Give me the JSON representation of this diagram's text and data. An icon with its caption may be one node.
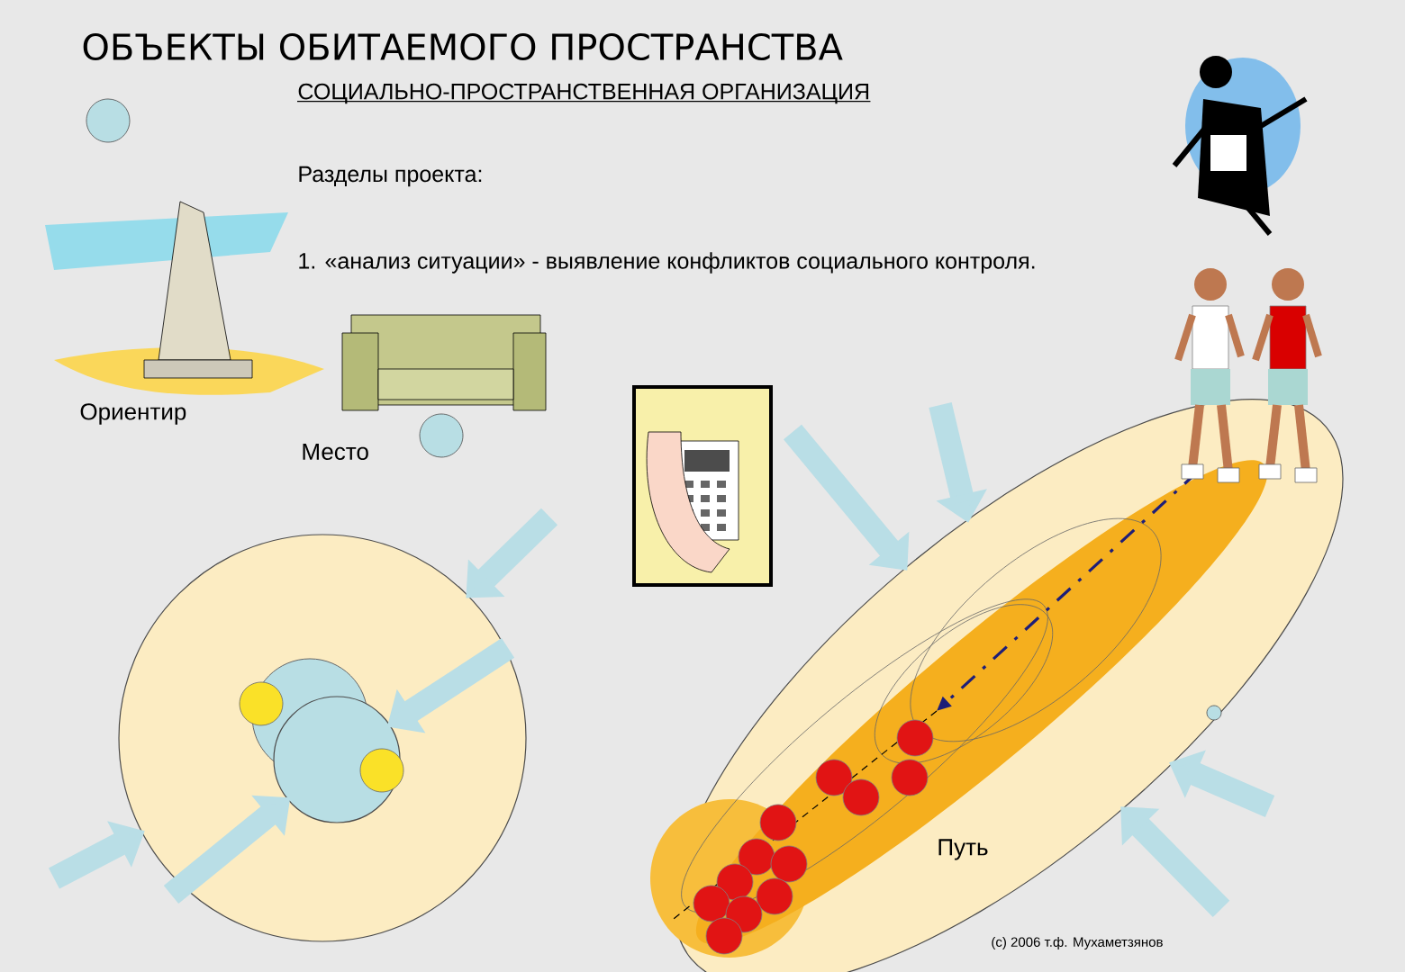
{
  "diagram": {
    "title": "ОБЪЕКТЫ ОБИТАЕМОГО ПРОСТРАНСТВА",
    "nodes": [
      {
        "text": [],
        "shape": "circle"
      },
      {
        "text": [],
        "shape": "circle",
        "in": 0
      },
      {
        "text": [],
        "shape": "ellipse"
      }
    ],
    "edges": [
      {
        "from": null,
        "to": 0,
        "arrow": "to"
      },
      {
        "from": null,
        "to": 1,
        "arrow": "to"
      },
      {
        "from": null,
        "to": 0,
        "arrow": "to"
      },
      {
        "from": null,
        "to": 1,
        "arrow": "to"
      },
      {
        "from": null,
        "to": 2,
        "arrow": "to"
      },
      {
        "from": null,
        "to": 2,
        "arrow": "to"
      },
      {
        "from": null,
        "to": 2,
        "arrow": "to"
      },
      {
        "from": null,
        "to": 2,
        "arrow": "to"
      }
    ],
    "labels": [
      "СОЦИАЛЬНО-ПРОСТРАНСТВЕННАЯ ОРГАНИЗАЦИЯ",
      "Разделы проекта:",
      "1. «анализ ситуации» - выявление конфликтов социального контроля.",
      "Ориентир",
      "Место",
      "Путь",
      "(c) 2006 т.ф. Мухаметзянов"
    ]
  }
}
